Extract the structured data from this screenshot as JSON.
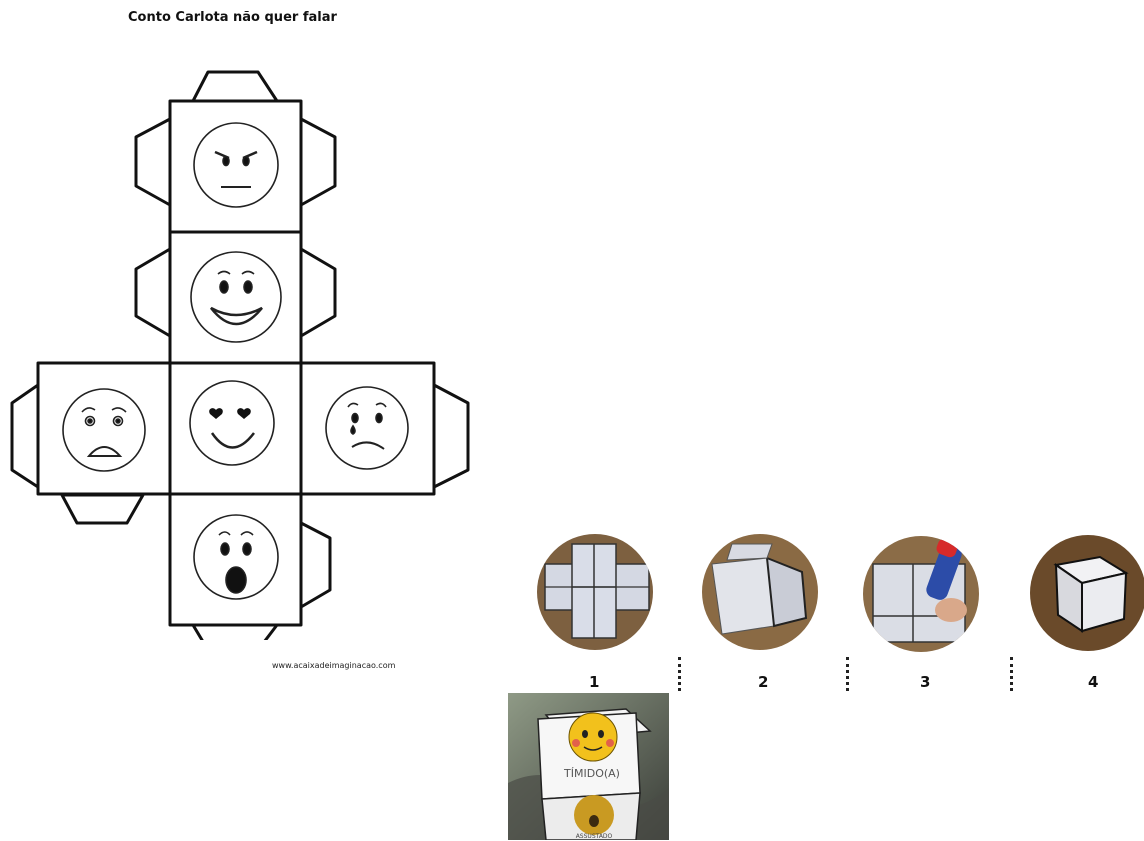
{
  "title": "Conto Carlota não quer falar",
  "website": "www.acaixadeimaginacao.com",
  "net_faces": [
    "angry-face-icon",
    "smiling-face-icon",
    "heart-eyes-face-icon",
    "sad-face-icon",
    "crying-face-icon",
    "surprised-face-icon"
  ],
  "steps": [
    {
      "number": "1",
      "icon": "unfolded-paper-net-photo"
    },
    {
      "number": "2",
      "icon": "folding-paper-photo"
    },
    {
      "number": "3",
      "icon": "glue-stick-photo"
    },
    {
      "number": "4",
      "icon": "finished-cube-photo"
    }
  ],
  "cube_photo": {
    "label_top": "TÍMIDO(A)",
    "label_bottom": "ASSUSTADO",
    "icon": "emotion-cube-photo"
  },
  "colors": {
    "ink": "#111111",
    "wood": "#8a6a3f",
    "emoji_yellow": "#f2c11c"
  }
}
